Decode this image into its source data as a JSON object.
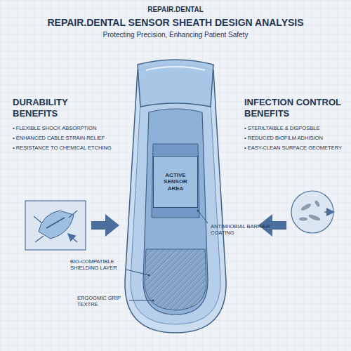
{
  "diagram": {
    "title": "REPAIR.DENTAL SENSOR SHEATH DESIGN ANALYSIS",
    "nodes": [
      {
        "text": [
          "ACTIVE SENSOR AREA"
        ]
      }
    ],
    "labels": [
      "REPAIR.DENTAL",
      "Protecting Precision, Enhancing Patient Safety",
      "DURABILITY BENEFITS",
      "• FLEXIBLE SHOCK ABSORPTION",
      "• ENHANCED CABLE STRAIN RELIEF",
      "• RESISTANCE TO CHEMICAL ETCHING",
      "INFECTION CONTROL BENEFITS",
      "• STERILTAIBLE & DISPOSBLE",
      "• REDUCED BIOFILM ADHISION",
      "• EASY-CLEAN SURFACE GEOMETERY",
      "ANTIMIIOBIAL BARRIER COATING",
      "BIO-COMPATIBLE SHIELDING LAYER",
      "ERGOOMIC GRIP TEXTRE"
    ]
  }
}
